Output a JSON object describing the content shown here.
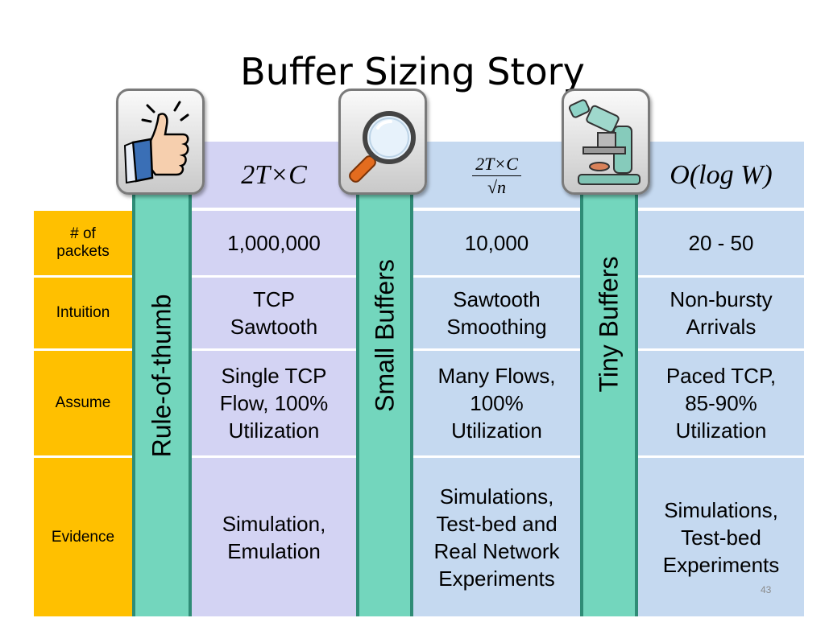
{
  "slide": {
    "title": "Buffer Sizing Story",
    "number": "43"
  },
  "row_labels": [
    "# of packets",
    "Intuition",
    "Assume",
    "Evidence"
  ],
  "columns": [
    {
      "bar_label": "Rule-of-thumb",
      "formula": "2T×C",
      "icon": "thumbs-up-icon",
      "cells": [
        "1,000,000",
        "TCP Sawtooth",
        "Single TCP Flow, 100% Utilization",
        "Simulation, Emulation"
      ]
    },
    {
      "bar_label": "Small Buffers",
      "formula_num": "2T×C",
      "formula_den": "√n",
      "icon": "magnifying-glass-icon",
      "cells": [
        "10,000",
        "Sawtooth Smoothing",
        "Many Flows, 100% Utilization",
        "Simulations, Test-bed and Real Network Experiments"
      ]
    },
    {
      "bar_label": "Tiny Buffers",
      "formula": "O(log W)",
      "icon": "microscope-icon",
      "cells": [
        "20 - 50",
        "Non-bursty Arrivals",
        "Paced TCP, 85-90% Utilization",
        "Simulations, Test-bed Experiments"
      ]
    }
  ],
  "colors": {
    "row_label_bg": "#ffc000",
    "col1_bg": "#d3d3f3",
    "col23_bg": "#c5d9f0",
    "bar_bg": "#73d6bd"
  }
}
